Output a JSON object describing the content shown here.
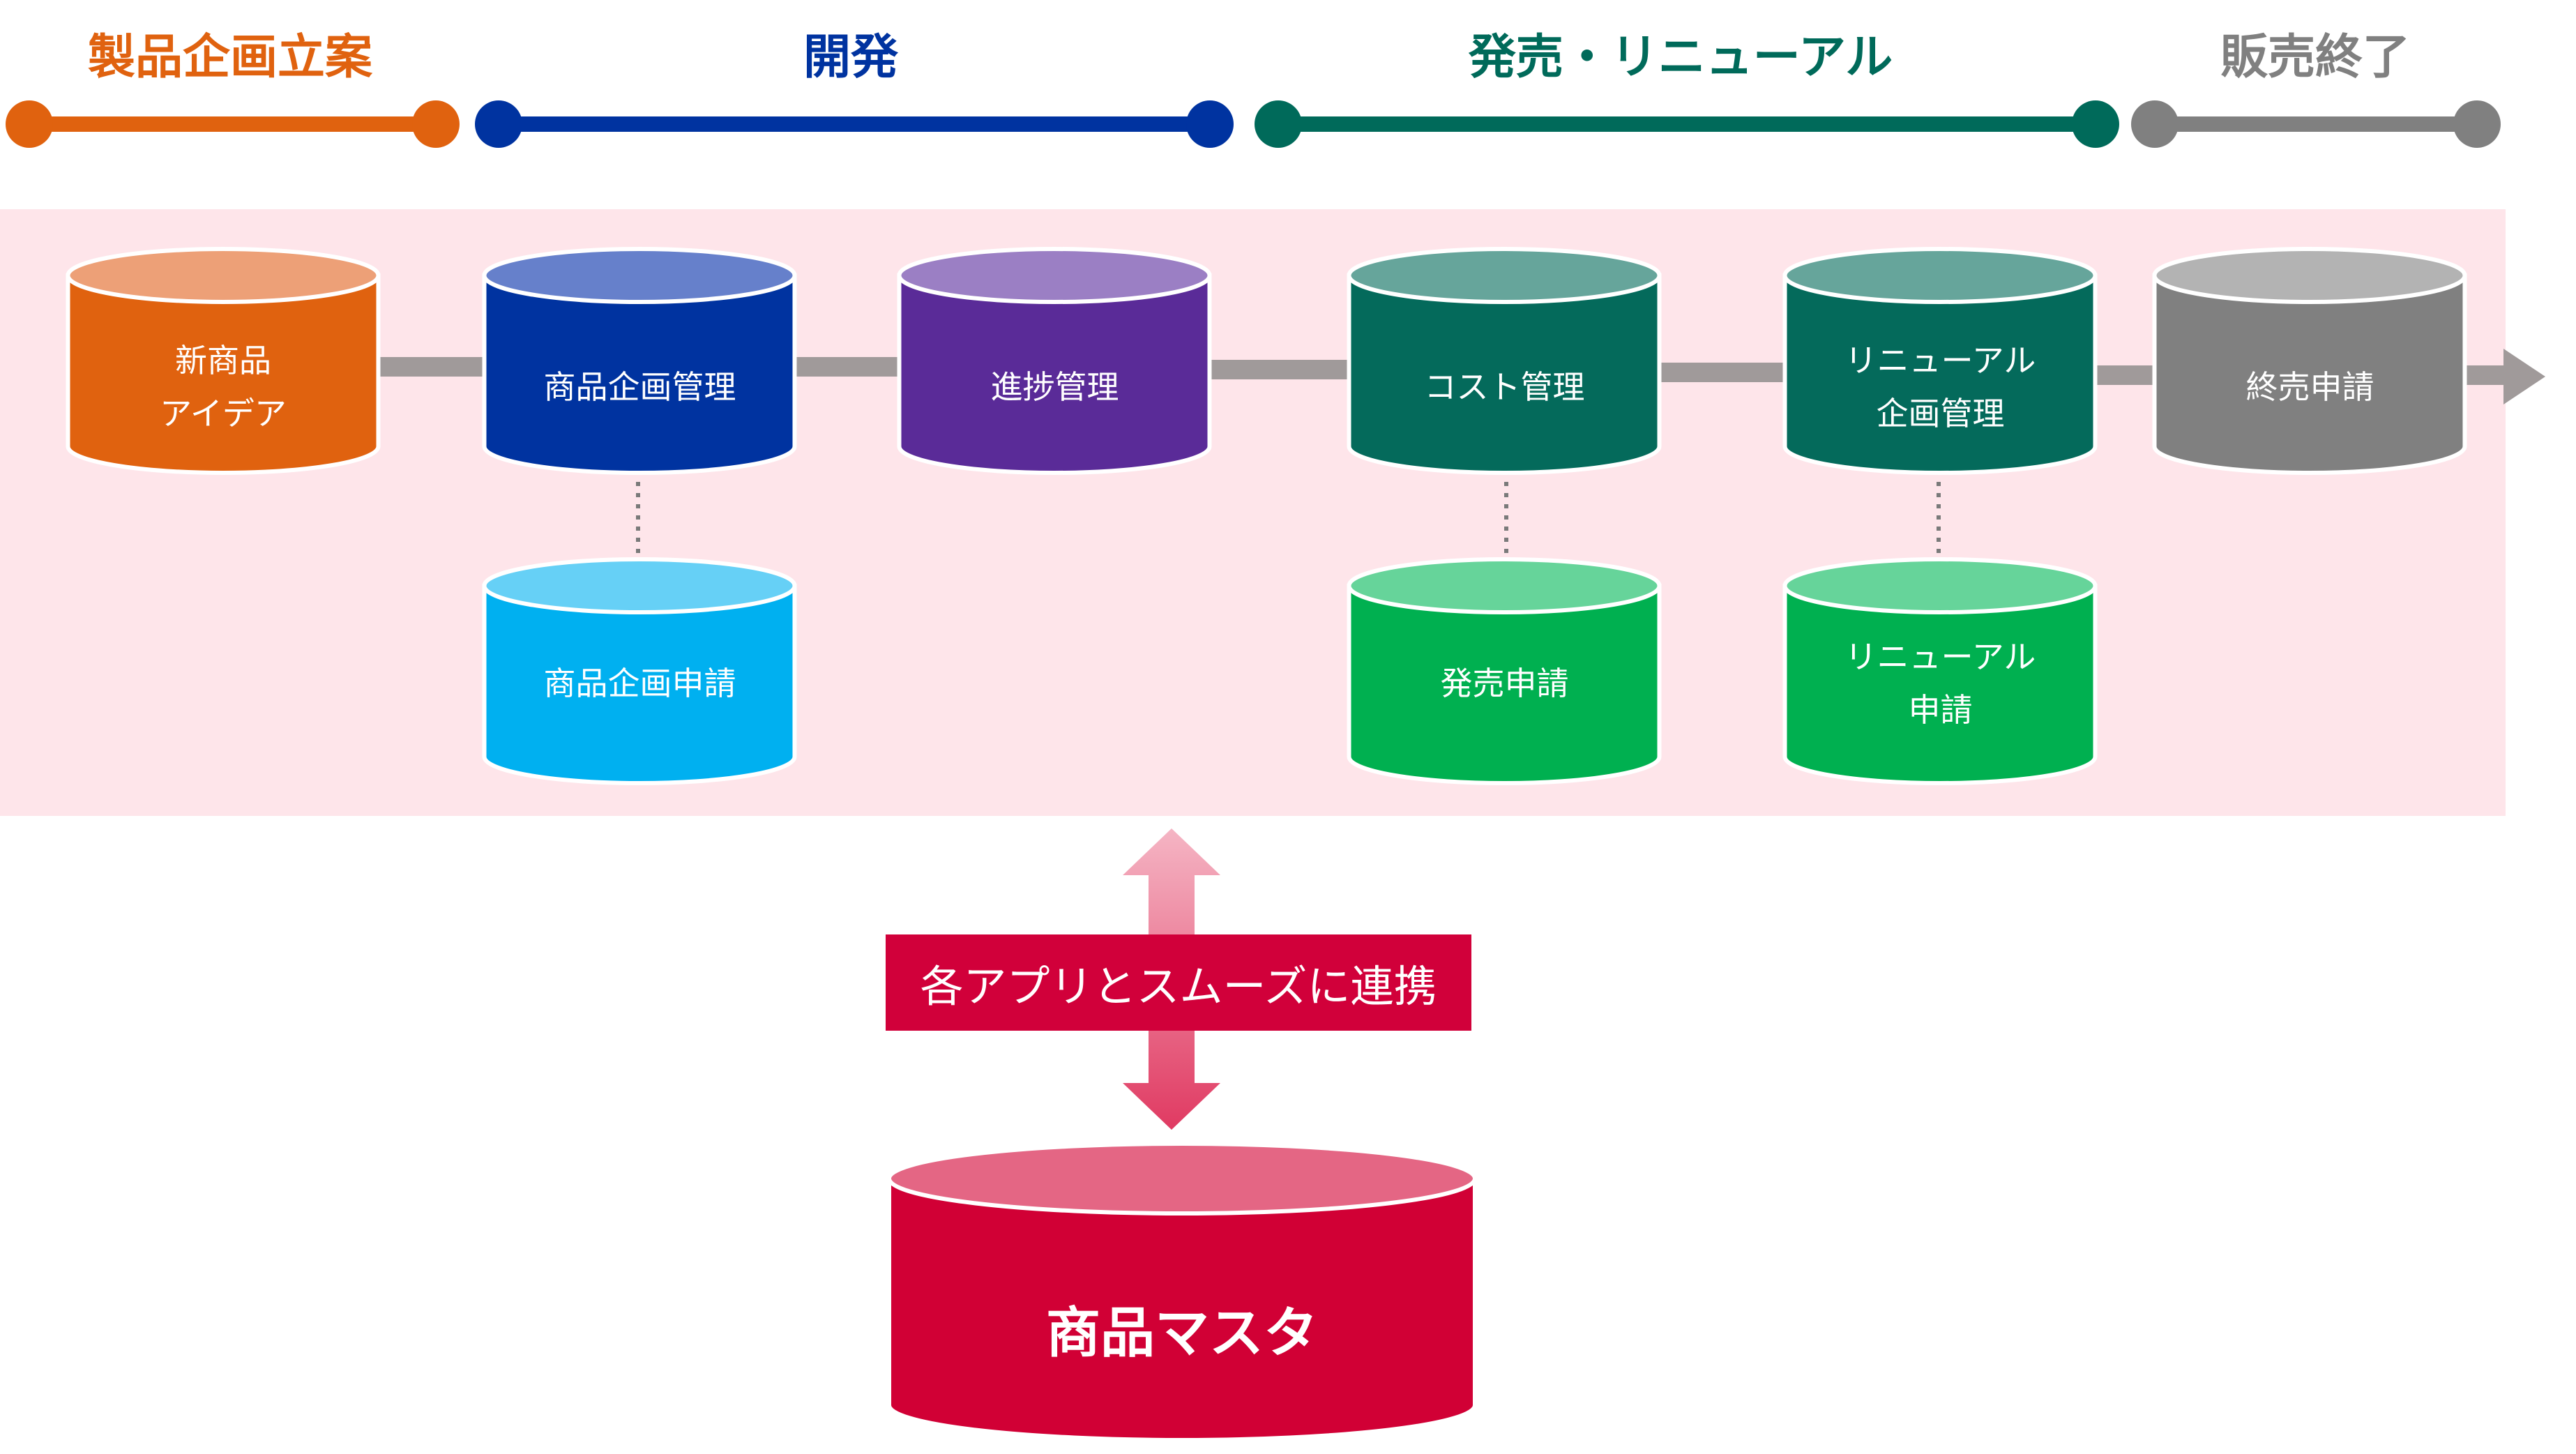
{
  "phases": [
    {
      "id": "plan",
      "label": "製品企画立案",
      "color": "#e0620f"
    },
    {
      "id": "dev",
      "label": "開発",
      "color": "#0033a0"
    },
    {
      "id": "launch",
      "label": "発売・リニューアル",
      "color": "#006a5a"
    },
    {
      "id": "end",
      "label": "販売終了",
      "color": "#808080"
    }
  ],
  "apps": {
    "new_idea": {
      "label": "新商品\nアイデア",
      "top_color": "#eda077",
      "body_color": "#e0620f"
    },
    "planning_mgmt": {
      "label": "商品企画管理",
      "top_color": "#6680cb",
      "body_color": "#0033a0"
    },
    "progress_mgmt": {
      "label": "進捗管理",
      "top_color": "#9b7fc4",
      "body_color": "#5a2b98"
    },
    "cost_mgmt": {
      "label": "コスト管理",
      "top_color": "#66a59b",
      "body_color": "#046a5b"
    },
    "renewal_planning_mgmt": {
      "label": "リニューアル\n企画管理",
      "top_color": "#66a59b",
      "body_color": "#046a5b"
    },
    "end_sale_request": {
      "label": "終売申請",
      "top_color": "#b3b3b3",
      "body_color": "#808080"
    },
    "planning_request": {
      "label": "商品企画申請",
      "top_color": "#66d0f6",
      "body_color": "#00b0f0"
    },
    "launch_request": {
      "label": "発売申請",
      "top_color": "#66d49a",
      "body_color": "#00b050"
    },
    "renewal_request": {
      "label": "リニューアル\n申請",
      "top_color": "#66d49a",
      "body_color": "#00b050"
    }
  },
  "master": {
    "label": "商品マスタ",
    "top_color": "#e46684",
    "body_color": "#d10035"
  },
  "link_label": "各アプリとスムーズに連携",
  "colors": {
    "panel": "#fee5ea",
    "connector": "#a09a9a",
    "sync_arrow_light": "#f5b5c4",
    "sync_arrow_dark": "#e03a62"
  }
}
